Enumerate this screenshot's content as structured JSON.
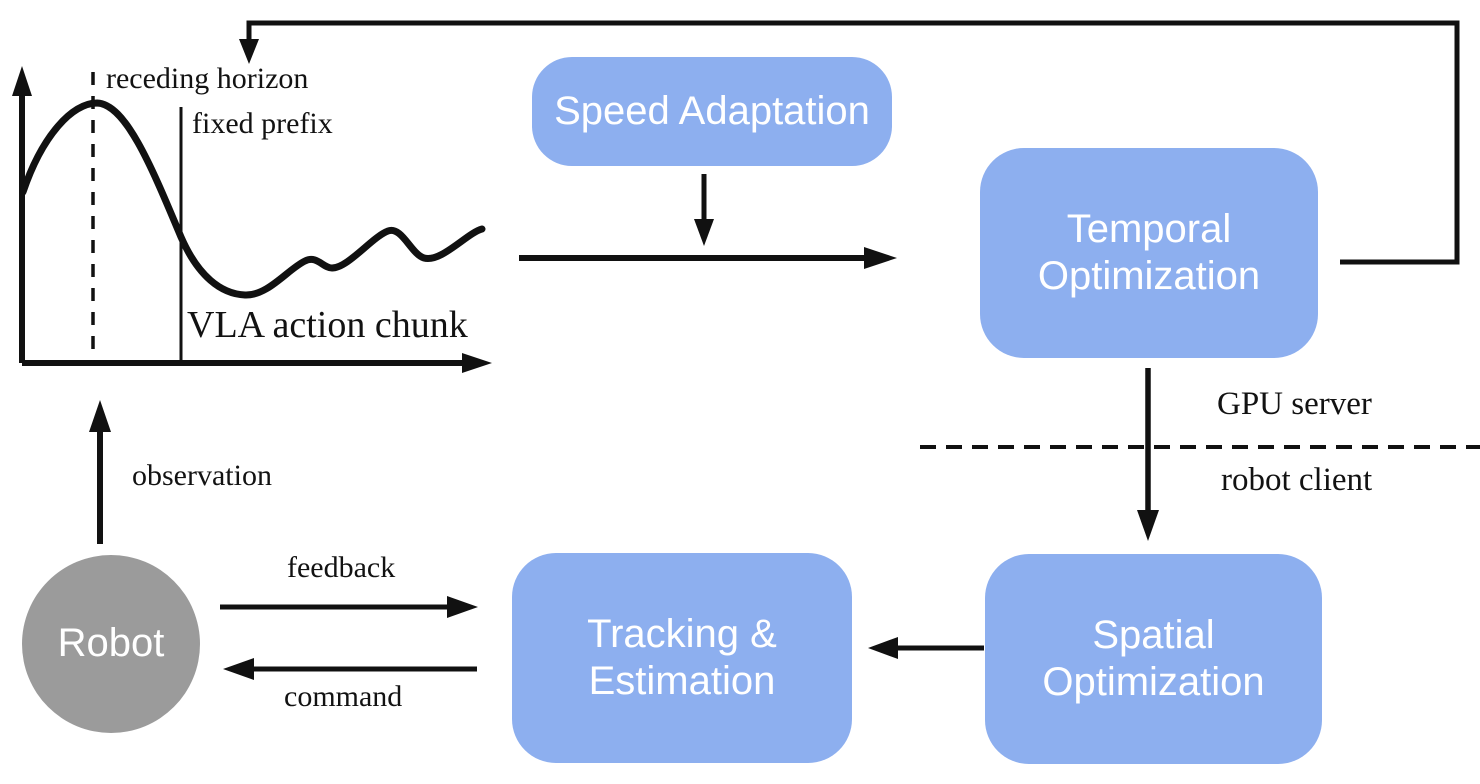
{
  "diagram": {
    "colors": {
      "node_fill": "#8DAFEF",
      "node_text": "#FFFFFF",
      "robot_fill": "#9B9B9B",
      "line": "#111111"
    },
    "plot": {
      "receding_horizon": "receding horizon",
      "fixed_prefix": "fixed prefix",
      "vla_action_chunk": "VLA action chunk"
    },
    "nodes": {
      "speed_adaptation": "Speed Adaptation",
      "temporal_optimization": "Temporal Optimization",
      "spatial_optimization": "Spatial Optimization",
      "tracking_estimation": "Tracking & Estimation",
      "robot": "Robot"
    },
    "labels": {
      "gpu_server": "GPU server",
      "robot_client": "robot client",
      "observation": "observation",
      "feedback": "feedback",
      "command": "command"
    }
  }
}
